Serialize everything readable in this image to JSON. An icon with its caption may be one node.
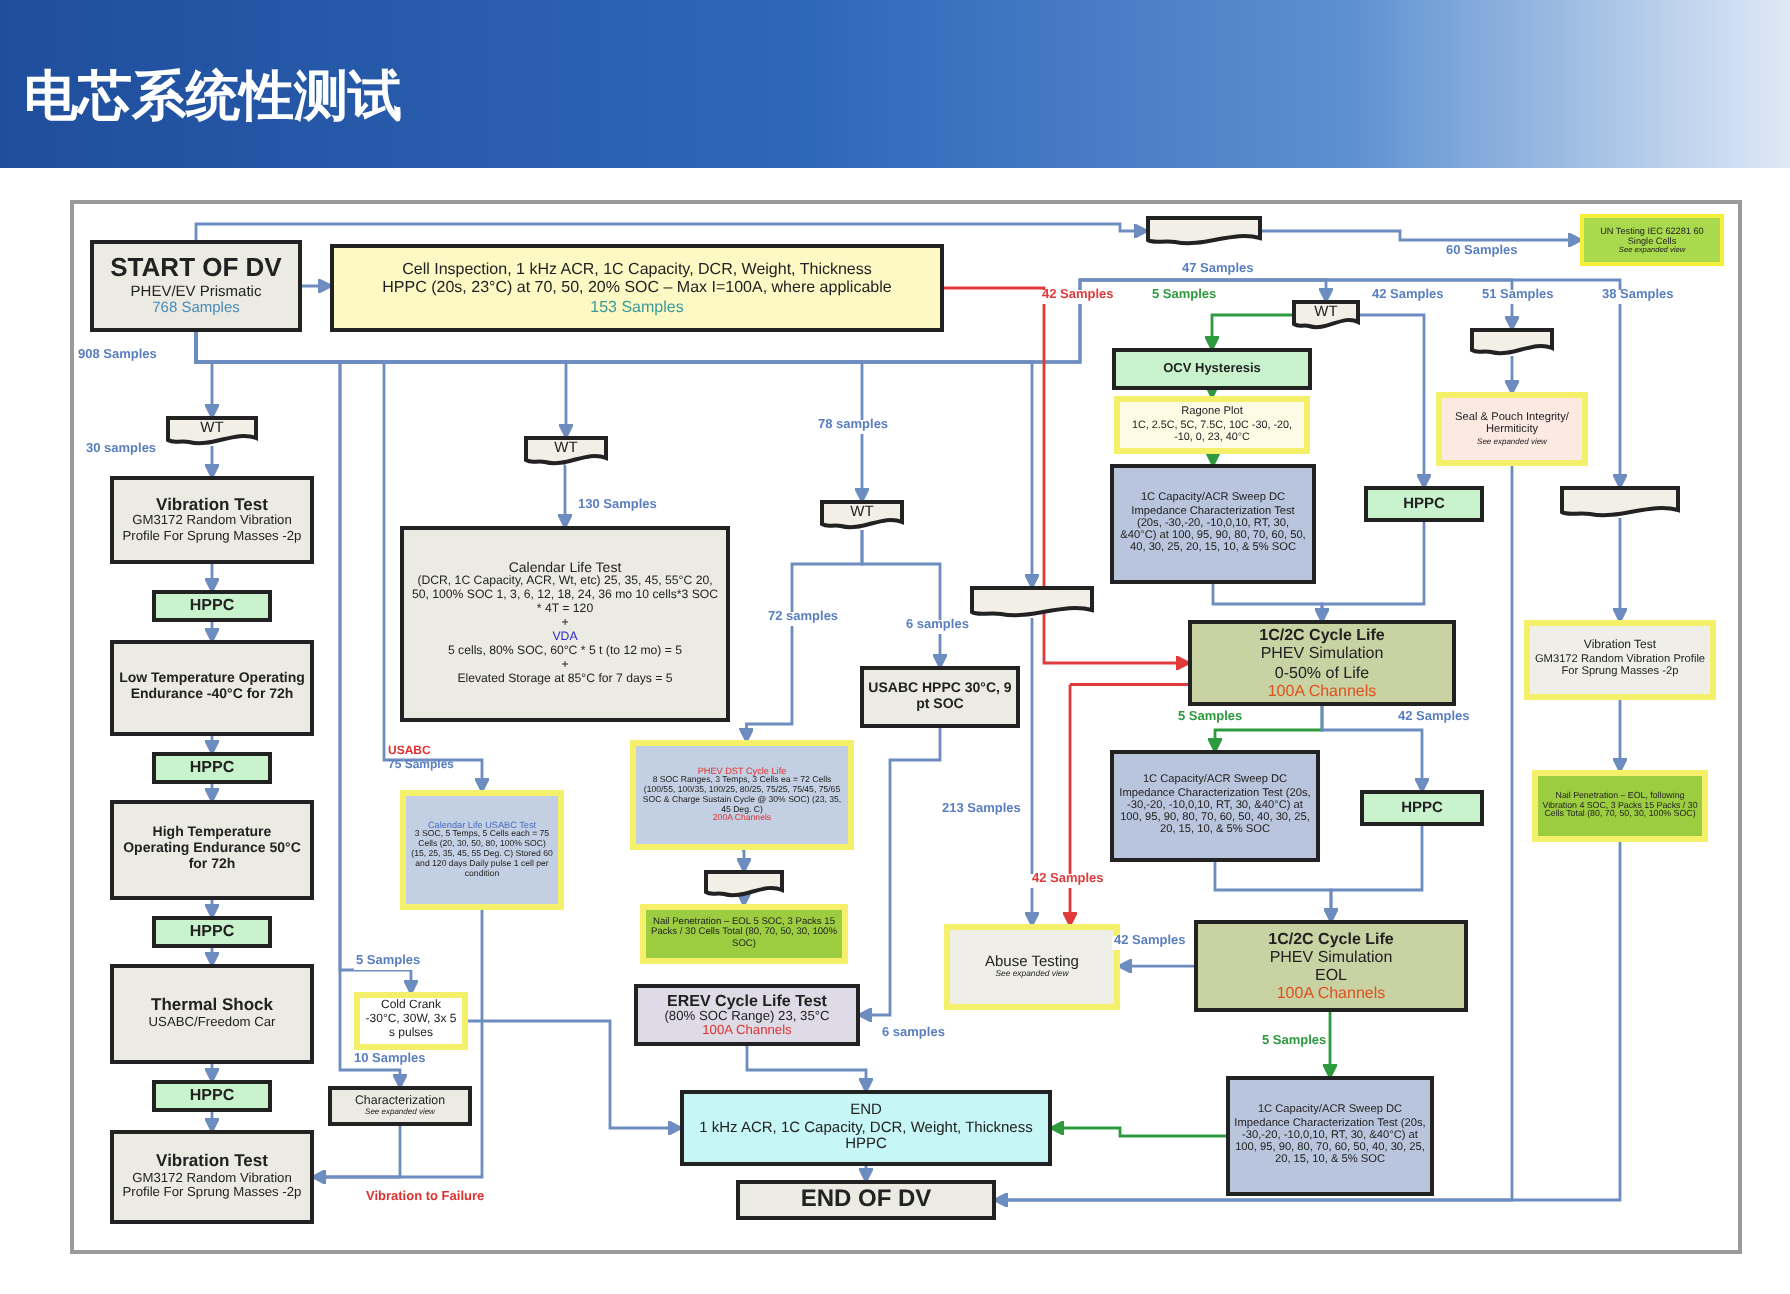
{
  "diagram": {
    "title": "电芯系统性测试",
    "nodes": [
      {
        "text": [
          "START OF DV",
          "PHEV/EV Prismatic",
          "768 Samples"
        ]
      },
      {
        "text": [
          "Cell Inspection, 1 kHz ACR, 1C Capacity, DCR, Weight, Thickness",
          "HPPC (20s, 23°C) at 70, 50, 20% SOC – Max I=100A, where applicable",
          "153 Samples"
        ]
      },
      {
        "text": [],
        "shape": "document"
      },
      {
        "text": [
          "UN Testing IEC 62281 60 Single Cells",
          "See expanded view"
        ]
      },
      {
        "text": [
          "WT"
        ]
      },
      {
        "text": [
          "WT"
        ]
      },
      {
        "text": [
          "WT"
        ]
      },
      {
        "text": [
          "WT"
        ]
      },
      {
        "text": [
          "Vibration Test",
          "GM3172 Random Vibration Profile For Sprung Masses -2p"
        ]
      },
      {
        "text": [
          "HPPC"
        ]
      },
      {
        "text": [
          "Low Temperature Operating Endurance -40°C for 72h"
        ]
      },
      {
        "text": [
          "HPPC"
        ]
      },
      {
        "text": [
          "High Temperature Operating Endurance 50°C for 72h"
        ]
      },
      {
        "text": [
          "HPPC"
        ]
      },
      {
        "text": [
          "Thermal Shock",
          "USABC/Freedom Car"
        ]
      },
      {
        "text": [
          "HPPC"
        ]
      },
      {
        "text": [
          "Vibration Test",
          "GM3172 Random Vibration Profile For Sprung Masses -2p"
        ]
      },
      {
        "text": [
          "Calendar Life Test",
          "(DCR, 1C Capacity, ACR, Wt, etc) 25, 35, 45, 55°C 20, 50, 100% SOC 1, 3, 6, 12, 18, 24, 36 mo 10 cells*3 SOC * 4T = 120",
          "+",
          "VDA",
          "5 cells, 80% SOC, 60°C * 5 t (to 12 mo) = 5",
          "+",
          "Elevated Storage at 85°C for 7 days = 5"
        ]
      },
      {
        "text": [
          "Calendar Life USABC Test",
          "3 SOC, 5 Temps, 5 Cells each = 75 Cells (20, 30, 50, 80, 100% SOC) (15, 25, 35, 45, 55 Deg. C) Stored 60 and 120 days Daily pulse 1 cell per condition"
        ],
        "beside": [
          "USABC",
          "75 Samples"
        ]
      },
      {
        "text": [
          "PHEV DST Cycle Life",
          "8 SOC Ranges, 3 Temps, 3 Cells ea = 72 Cells (100/55, 100/35, 100/25, 80/25, 75/25, 75/45, 75/65 SOC & Charge Sustain Cycle @ 30% SOC) (23, 35, 45 Deg. C)",
          "200A Channels"
        ]
      },
      {
        "text": [],
        "shape": "document"
      },
      {
        "text": [
          "Nail Penetration – EOL 5 SOC, 3 Packs 15 Packs / 30 Cells Total (80, 70, 50, 30, 100% SOC)"
        ]
      },
      {
        "text": [
          "EREV Cycle Life Test",
          "(80% SOC Range) 23, 35°C",
          "100A Channels"
        ]
      },
      {
        "text": [
          "Cold Crank -30°C, 30W, 3x 5 s pulses"
        ]
      },
      {
        "text": [
          "Characterization",
          "See expanded view"
        ]
      },
      {
        "text": [
          "USABC HPPC 30°C, 9 pt SOC"
        ]
      },
      {
        "text": [],
        "shape": "document"
      },
      {
        "text": [
          "Abuse Testing",
          "See expanded view"
        ]
      },
      {
        "text": [
          "END",
          "1 kHz ACR, 1C Capacity, DCR, Weight, Thickness",
          "HPPC"
        ]
      },
      {
        "text": [
          "END OF DV"
        ]
      },
      {
        "text": [
          "OCV Hysteresis"
        ]
      },
      {
        "text": [
          "Ragone Plot",
          "1C, 2.5C, 5C, 7.5C, 10C -30, -20, -10, 0, 23, 40°C"
        ]
      },
      {
        "text": [
          "1C Capacity/ACR Sweep DC Impedance Characterization Test (20s, -30,-20, -10,0,10, RT, 30, &40°C) at 100, 95, 90, 80, 70, 60, 50, 40, 30, 25, 20, 15, 10, & 5% SOC"
        ]
      },
      {
        "text": [
          "HPPC"
        ]
      },
      {
        "text": [],
        "shape": "document"
      },
      {
        "text": [
          "Seal & Pouch Integrity/ Hermiticity",
          "See expanded view"
        ]
      },
      {
        "text": [],
        "shape": "document"
      },
      {
        "text": [
          "1C/2C Cycle Life",
          "PHEV Simulation",
          "0-50% of Life",
          "100A Channels"
        ]
      },
      {
        "text": [
          "Vibration Test",
          "GM3172 Random Vibration Profile For Sprung Masses -2p"
        ]
      },
      {
        "text": [
          "1C Capacity/ACR Sweep DC Impedance Characterization Test (20s, -30,-20, -10,0,10, RT, 30, &40°C) at 100, 95, 90, 80, 70, 60, 50, 40, 30, 25, 20, 15, 10, & 5% SOC"
        ]
      },
      {
        "text": [
          "HPPC"
        ]
      },
      {
        "text": [
          "1C/2C Cycle Life",
          "PHEV Simulation",
          "EOL",
          "100A Channels"
        ]
      },
      {
        "text": [
          "Nail Penetration – EOL, following Vibration 4 SOC, 3 Packs 15 Packs / 30 Cells Total (80, 70, 50, 30, 100% SOC)"
        ]
      },
      {
        "text": [
          "1C Capacity/ACR Sweep DC Impedance Characterization Test (20s, -30,-20, -10,0,10, RT, 30, &40°C) at 100, 95, 90, 80, 70, 60, 50, 40, 30, 25, 20, 15, 10, & 5% SOC"
        ]
      }
    ],
    "edges": [
      {
        "from": 0,
        "to": 1,
        "arrow": "to"
      },
      {
        "from": 0,
        "to": 4,
        "arrow": "to"
      },
      {
        "from": 4,
        "to": 8,
        "arrow": "to",
        "label": "30 samples"
      },
      {
        "from": 8,
        "to": 9,
        "arrow": "to"
      },
      {
        "from": 9,
        "to": 10,
        "arrow": "to"
      },
      {
        "from": 10,
        "to": 11,
        "arrow": "to"
      },
      {
        "from": 11,
        "to": 12,
        "arrow": "to"
      },
      {
        "from": 12,
        "to": 13,
        "arrow": "to"
      },
      {
        "from": 13,
        "to": 14,
        "arrow": "to"
      },
      {
        "from": 14,
        "to": 15,
        "arrow": "to"
      },
      {
        "from": 15,
        "to": 16,
        "arrow": "to"
      },
      {
        "from": 0,
        "to": 5,
        "arrow": "to"
      },
      {
        "from": 5,
        "to": 17,
        "arrow": "to",
        "label": "130 Samples"
      },
      {
        "from": 0,
        "to": 6,
        "arrow": "to",
        "label": "78 samples"
      },
      {
        "from": 6,
        "to": 19,
        "arrow": "to",
        "label": "72 samples"
      },
      {
        "from": 6,
        "to": 25,
        "arrow": "to",
        "label": "6 samples"
      },
      {
        "from": 0,
        "to": 26,
        "arrow": "to"
      },
      {
        "from": 26,
        "to": 27,
        "arrow": "to",
        "label": "213 Samples"
      },
      {
        "from": 0,
        "to": 2,
        "arrow": "to"
      },
      {
        "from": 2,
        "to": 3,
        "arrow": "to",
        "label": "60 Samples"
      },
      {
        "from": 0,
        "to": 7,
        "arrow": "to",
        "label": "47 Samples"
      },
      {
        "from": 7,
        "to": 30,
        "arrow": "to",
        "label": "5 Samples",
        "color": "#2e9a3e"
      },
      {
        "from": 30,
        "to": 31,
        "arrow": "to",
        "color": "#2e9a3e"
      },
      {
        "from": 31,
        "to": 32,
        "arrow": "to",
        "color": "#2e9a3e"
      },
      {
        "from": 32,
        "to": 37,
        "arrow": "to"
      },
      {
        "from": 7,
        "to": 33,
        "arrow": "to",
        "label": "42 Samples"
      },
      {
        "from": 33,
        "to": 37,
        "arrow": "to"
      },
      {
        "from": 0,
        "to": 34,
        "arrow": "to",
        "label": "51 Samples"
      },
      {
        "from": 34,
        "to": 35,
        "arrow": "to"
      },
      {
        "from": 0,
        "to": 36,
        "arrow": "to",
        "label": "38 Samples"
      },
      {
        "from": 36,
        "to": 38,
        "arrow": "to"
      },
      {
        "from": 38,
        "to": 42,
        "arrow": "to"
      },
      {
        "from": 1,
        "to": 37,
        "arrow": "to",
        "label": "42 Samples",
        "color": "#e03a3a"
      },
      {
        "from": 37,
        "to": 27,
        "arrow": "to",
        "label": "42 Samples",
        "color": "#e03a3a"
      },
      {
        "from": 37,
        "to": 39,
        "arrow": "to",
        "label": "5 Samples",
        "color": "#2e9a3e"
      },
      {
        "from": 37,
        "to": 40,
        "arrow": "to",
        "label": "42 Samples"
      },
      {
        "from": 39,
        "to": 41,
        "arrow": "to"
      },
      {
        "from": 40,
        "to": 41,
        "arrow": "to"
      },
      {
        "from": 41,
        "to": 27,
        "arrow": "to",
        "label": "42 Samples"
      },
      {
        "from": 41,
        "to": 43,
        "arrow": "to",
        "label": "5 Samples",
        "color": "#2e9a3e"
      },
      {
        "from": 43,
        "to": 28,
        "arrow": "to",
        "color": "#2e9a3e"
      },
      {
        "from": 0,
        "to": 18,
        "arrow": "to"
      },
      {
        "from": 0,
        "to": 23,
        "arrow": "to",
        "label": "5 Samples"
      },
      {
        "from": 0,
        "to": 24,
        "arrow": "to",
        "label": "10 Samples"
      },
      {
        "from": 24,
        "to": 16,
        "arrow": "to",
        "label": "Vibration to Failure"
      },
      {
        "from": 18,
        "to": 16,
        "arrow": "to"
      },
      {
        "from": 19,
        "to": 20,
        "arrow": "to"
      },
      {
        "from": 20,
        "to": 21,
        "arrow": "to"
      },
      {
        "from": 25,
        "to": 22,
        "arrow": "to",
        "label": "6 samples"
      },
      {
        "from": 22,
        "to": 28,
        "arrow": "to"
      },
      {
        "from": 28,
        "to": 29,
        "arrow": "to"
      },
      {
        "from": 42,
        "to": 29,
        "arrow": "to"
      },
      {
        "from": 35,
        "to": 29,
        "arrow": "to"
      },
      {
        "from": 23,
        "to": 28,
        "arrow": "to"
      }
    ],
    "labels": [
      "908 Samples"
    ]
  }
}
